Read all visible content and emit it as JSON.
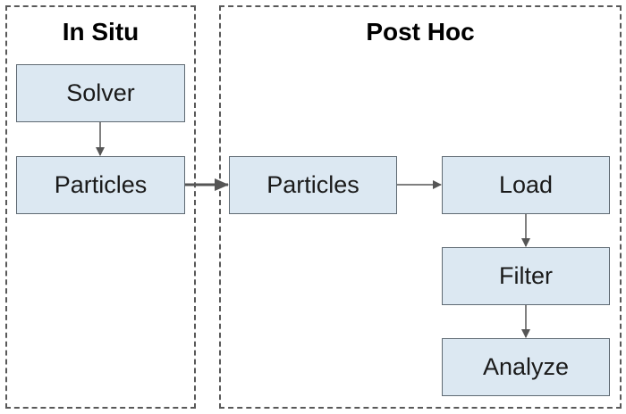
{
  "groups": {
    "in_situ": {
      "title": "In Situ"
    },
    "post_hoc": {
      "title": "Post Hoc"
    }
  },
  "nodes": {
    "solver": "Solver",
    "particles_in_situ": "Particles",
    "particles_post_hoc": "Particles",
    "load": "Load",
    "filter": "Filter",
    "analyze": "Analyze"
  },
  "colors": {
    "node_fill": "#dce8f2",
    "node_border": "#5f6a73",
    "group_border": "#595959",
    "arrow": "#555555"
  }
}
